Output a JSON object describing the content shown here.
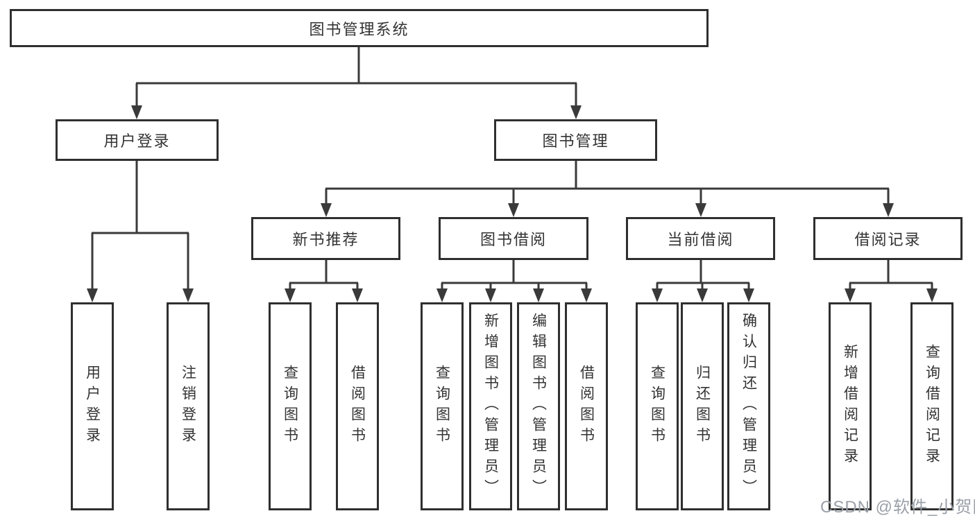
{
  "nodes": {
    "root": "图书管理系统",
    "user_login": "用户登录",
    "book_mgmt": "图书管理",
    "new_books": "新书推荐",
    "book_borrow": "图书借阅",
    "current_borrow": "当前借阅",
    "borrow_records": "借阅记录"
  },
  "leaves": {
    "user_login": [
      "用户登录",
      "注销登录"
    ],
    "new_books": [
      "查询图书",
      "借阅图书"
    ],
    "book_borrow": [
      "查询图书",
      "新增图书（管理员）",
      "编辑图书（管理员）",
      "借阅图书"
    ],
    "current_borrow": [
      "查询图书",
      "归还图书",
      "确认归还（管理员）"
    ],
    "borrow_records": [
      "新增借阅记录",
      "查询借阅记录"
    ]
  },
  "watermark": "CSDN @软件_小贺同学",
  "colors": {
    "line": "#3a3a3a",
    "border": "#2f2f2f",
    "text": "#333333",
    "watermark": "#9aa0a8",
    "background": "#ffffff"
  }
}
